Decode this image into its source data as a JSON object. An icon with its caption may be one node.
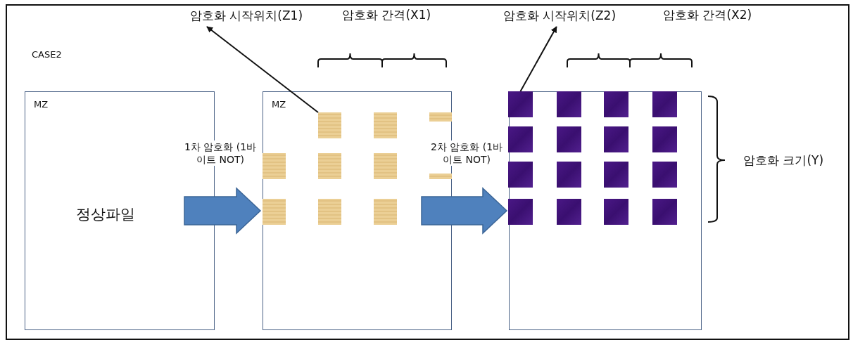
{
  "diagram": {
    "nodes": [
      {
        "text": [
          "암호화 시작위치(Z1)"
        ]
      },
      {
        "text": [
          "암호화 시작위치(Z2)"
        ]
      },
      {
        "text": [
          "MZ",
          "정상파일"
        ]
      },
      {
        "text": [
          "MZ"
        ]
      },
      {
        "text": [],
        "shape": "box",
        "in": 3
      },
      {
        "text": [],
        "shape": "box",
        "in": 3
      },
      {
        "text": [],
        "shape": "box",
        "in": 3
      },
      {
        "text": [],
        "shape": "box",
        "in": 3
      },
      {
        "text": [],
        "shape": "box",
        "in": 3
      },
      {
        "text": [],
        "shape": "box",
        "in": 3
      },
      {
        "text": [],
        "shape": "box",
        "in": 3
      },
      {
        "text": [],
        "shape": "box",
        "in": 3
      },
      {
        "text": [],
        "shape": "box",
        "in": 3
      },
      {
        "text": [],
        "shape": "box",
        "in": 3
      },
      {
        "text": [],
        "shape": "box"
      },
      {
        "text": [],
        "shape": "box",
        "in": 14
      },
      {
        "text": [],
        "shape": "box",
        "in": 14
      },
      {
        "text": [],
        "shape": "box",
        "in": 14
      },
      {
        "text": [],
        "shape": "box",
        "in": 14
      },
      {
        "text": [],
        "shape": "box",
        "in": 14
      },
      {
        "text": [],
        "shape": "box",
        "in": 14
      },
      {
        "text": [],
        "shape": "box",
        "in": 14
      },
      {
        "text": [],
        "shape": "box",
        "in": 14
      },
      {
        "text": [],
        "shape": "box",
        "in": 14
      },
      {
        "text": [],
        "shape": "box",
        "in": 14
      },
      {
        "text": [],
        "shape": "box",
        "in": 14
      },
      {
        "text": [],
        "shape": "box",
        "in": 14
      },
      {
        "text": [],
        "shape": "box",
        "in": 14
      },
      {
        "text": [],
        "shape": "box",
        "in": 14
      },
      {
        "text": [],
        "shape": "box",
        "in": 14
      },
      {
        "text": [],
        "shape": "box",
        "in": 14
      }
    ],
    "edges": [
      {
        "from": 4,
        "to": 0,
        "arrow": "to"
      },
      {
        "from": 15,
        "to": 1,
        "arrow": "to"
      },
      {
        "from": 2,
        "to": 3,
        "arrow": "to",
        "label": "1차 암호화 (1바이트 NOT)",
        "style": "thick"
      },
      {
        "from": 3,
        "to": 14,
        "arrow": "to",
        "label": "2차 암호화 (1바이트 NOT)",
        "style": "thick"
      }
    ],
    "labels": [
      "CASE2",
      "암호화 간격(X1)",
      "암호화 간격(X2)",
      "암호화 크기(Y)"
    ]
  }
}
